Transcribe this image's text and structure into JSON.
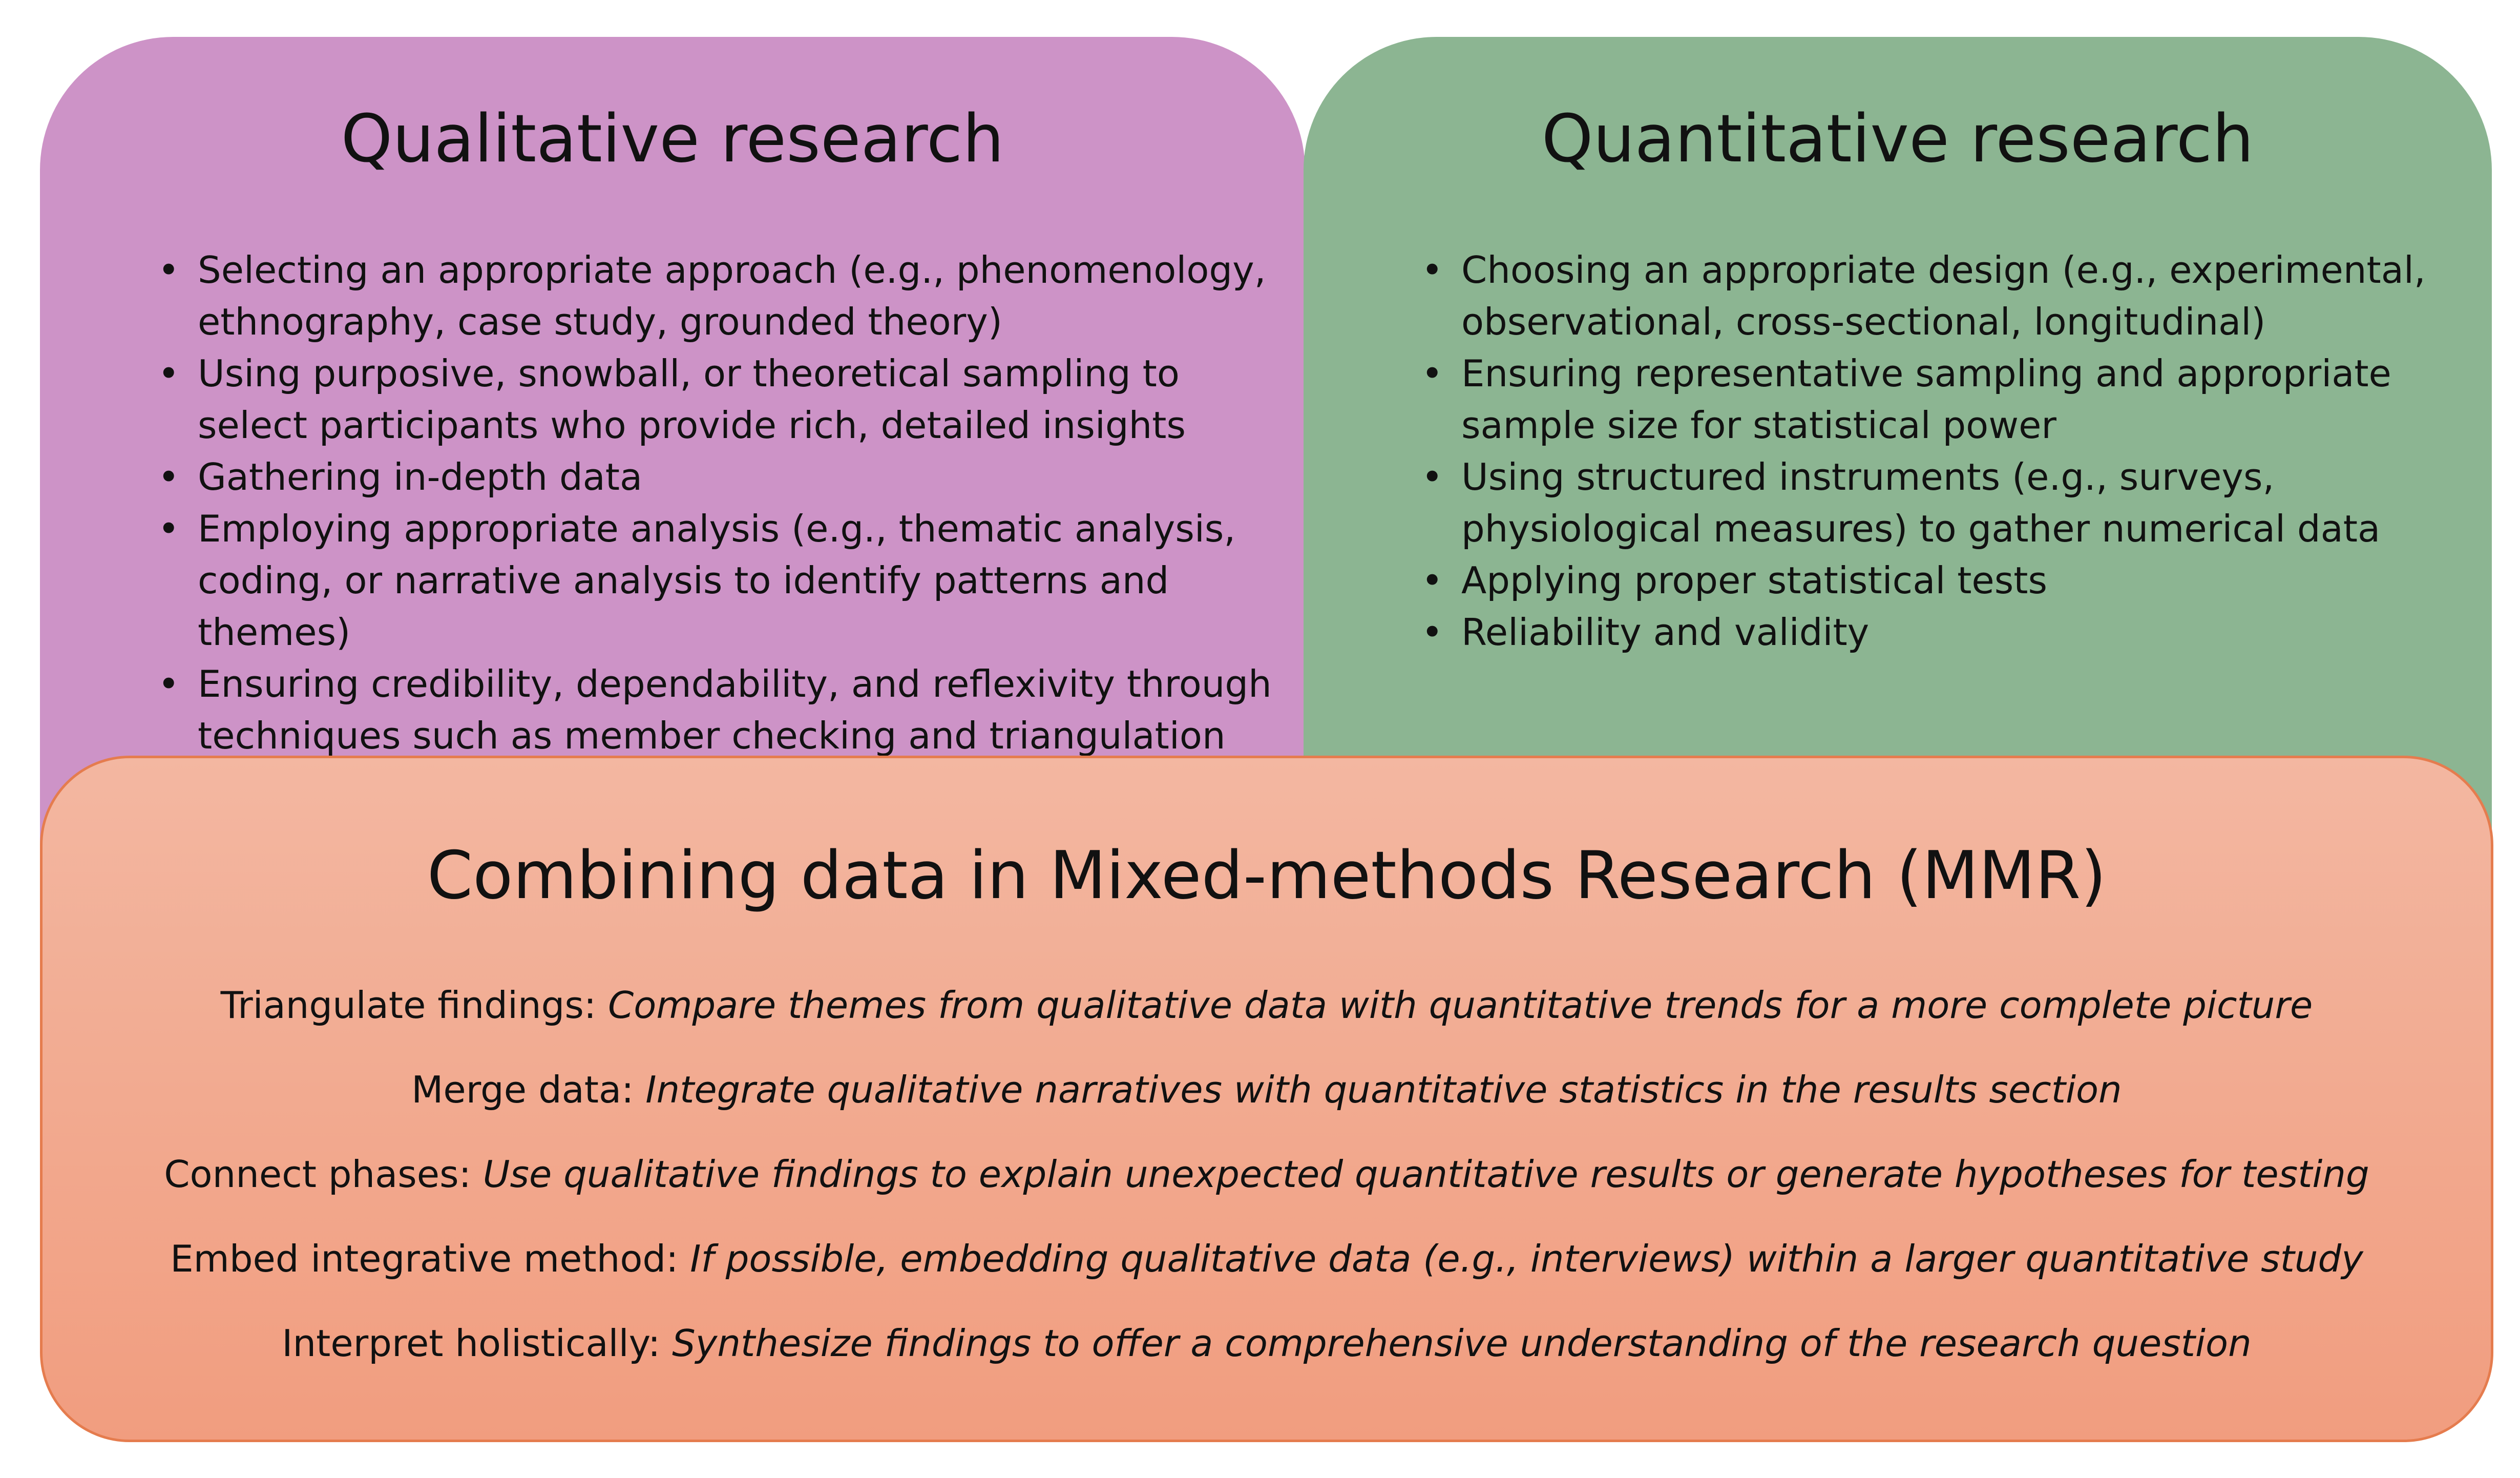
{
  "qualitative": {
    "title": "Qualitative research",
    "bullet_glyph": "•",
    "items": [
      "Selecting an appropriate approach (e.g., phenomenology, ethnography, case study, grounded theory)",
      "Using purposive, snowball, or theoretical sampling to select participants who provide rich, detailed insights",
      "Gathering in-depth data",
      "Employing appropriate analysis (e.g., thematic analysis, coding, or narrative analysis to identify patterns and themes)",
      "Ensuring credibility, dependability, and reflexivity through techniques such as member checking and triangulation"
    ]
  },
  "quantitative": {
    "title": "Quantitative research",
    "bullet_glyph": "•",
    "items": [
      "Choosing an appropriate design (e.g., experimental, observational, cross-sectional, longitudinal)",
      "Ensuring representative sampling and appropriate sample size for statistical power",
      "Using structured instruments (e.g., surveys, physiological measures) to gather numerical data",
      "Applying proper statistical tests",
      "Reliability and validity"
    ]
  },
  "mmr": {
    "title": "Combining data in Mixed-methods Research (MMR)",
    "rows": [
      {
        "label": "Triangulate findings:",
        "description": "Compare themes from qualitative data with quantitative trends for a more complete picture"
      },
      {
        "label": "Merge data:",
        "description": "Integrate qualitative narratives with quantitative statistics in the results section"
      },
      {
        "label": "Connect phases:",
        "description": "Use qualitative findings to explain unexpected quantitative results or generate hypotheses for testing"
      },
      {
        "label": "Embed integrative method:",
        "description": "If possible, embedding qualitative data (e.g., interviews) within a larger quantitative study"
      },
      {
        "label": "Interpret holistically:",
        "description": "Synthesize findings to offer a comprehensive understanding of the research question"
      }
    ]
  },
  "colors": {
    "qualitative_fill": "#cd93c7",
    "quantitative_fill": "#8cb592",
    "mmr_fill_top": "#f3b7a1",
    "mmr_fill_bottom": "#f19d7f",
    "mmr_border": "#e57c4e"
  }
}
